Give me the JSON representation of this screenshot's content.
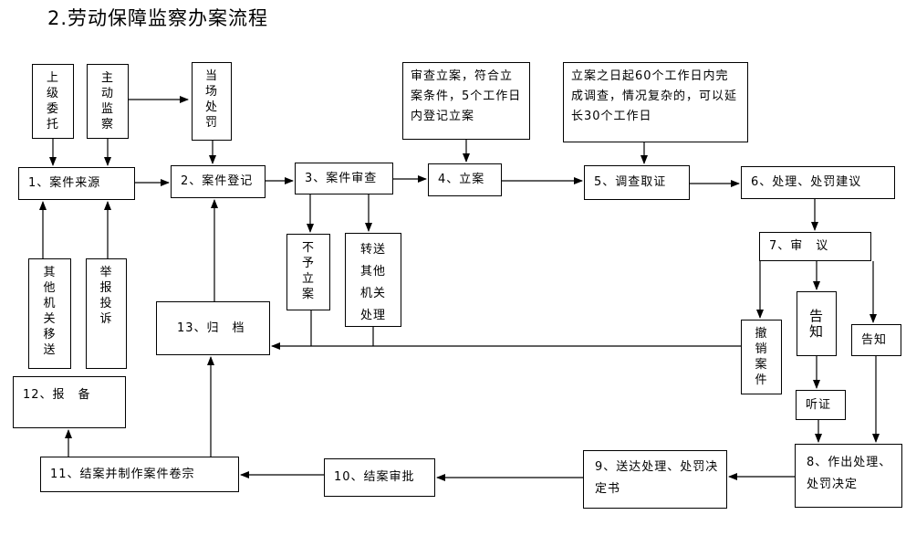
{
  "title": "2.劳动保障监察办案流程",
  "nodes": {
    "upper_entrust": "上级委托",
    "active_inspection": "主动监察",
    "on_site_penalty": "当场处罚",
    "case_source": "1、案件来源",
    "case_registration": "2、案件登记",
    "case_review": "3、案件审查",
    "file_case": "4、立案",
    "investigation": "5、调查取证",
    "handling_suggestion": "6、处理、处罚建议",
    "deliberation": "7、审　议",
    "reject_case": "不予立案",
    "transfer_other": "转送其他机关处理",
    "archive": "13、归　档",
    "withdraw_case": "撤销案件",
    "notify_1": "告知",
    "notify_2": "告知",
    "hearing": "听证",
    "other_agency_transfer": "其他机关移送",
    "report_complaint": "举报投诉",
    "filing_report": "12、报　备",
    "close_and_dossier": "11、结案并制作案件卷宗",
    "close_approval": "10、结案审批",
    "deliver_decision": "9、送达处理、处罚决定书",
    "make_decision": "8、作出处理、处罚决定",
    "review_note": "审查立案，符合立案条件，5个工作日内登记立案",
    "investigation_note": "立案之日起60个工作日内完成调查，情况复杂的，可以延长30个工作日"
  }
}
